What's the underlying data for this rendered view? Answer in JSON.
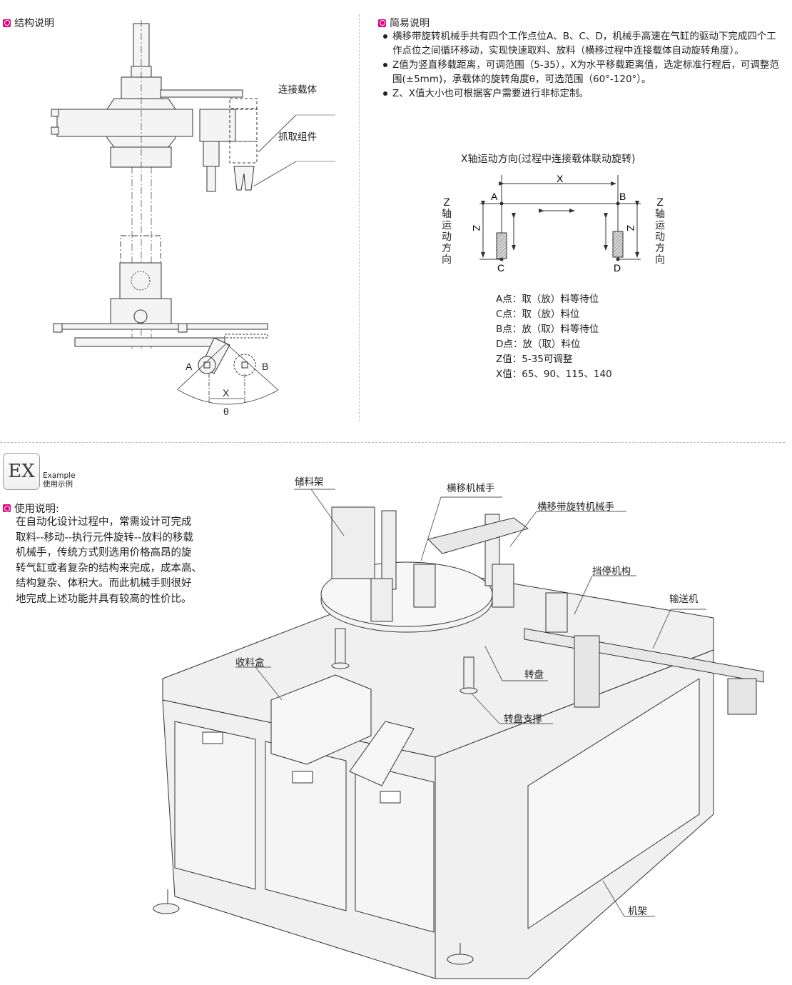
{
  "structure": {
    "heading": "结构说明",
    "callouts": {
      "carrier": "连接载体",
      "gripper": "抓取组件"
    },
    "angle_labels": {
      "a": "A",
      "b": "B",
      "x": "X",
      "theta": "θ"
    }
  },
  "summary": {
    "heading": "简易说明",
    "bullets": [
      "横移带旋转机械手共有四个工作点位A、B、C、D，机械手高速在气缸的驱动下完成四个工作点位之间循环移动，实现快速取料、放料（横移过程中连接载体自动旋转角度）。",
      "Z值为竖直移载距离，可调范围（5-35），X为水平移载距离值，选定标准行程后，可调整范围(±5mm)，承载体的旋转角度θ，可选范围（60°-120°）。",
      "Z、X值大小也可根据客户需要进行非标定制。"
    ]
  },
  "motion_diagram": {
    "title": "X轴运动方向(过程中连接载体联动旋转)",
    "x_label": "X",
    "z_label": "Z",
    "points": {
      "a": "A",
      "b": "B",
      "c": "C",
      "d": "D"
    },
    "z_axis_label_chars": [
      "Z",
      "轴",
      "运",
      "动",
      "方",
      "向"
    ],
    "legend": [
      "A点：取（放）料等待位",
      "C点：取（放）料位",
      "B点：放（取）料等待位",
      "D点：放（取）料位",
      "Z值：5-35可调整",
      "X值：65、90、115、140"
    ]
  },
  "example": {
    "logo_text": "EX",
    "logo_en": "Example",
    "logo_cn": "使用示例",
    "heading": "使用说明:",
    "lines": [
      "在自动化设计过程中，常需设计可完成",
      "取料--移动--执行元件旋转--放料的移载",
      "机械手，传统方式则选用价格高昂的旋",
      "转气缸或者复杂的结构来完成，成本高、",
      "结构复杂、体积大。而此机械手则很好",
      "地完成上述功能并具有较高的性价比。"
    ],
    "callouts": {
      "storage_rack": "储料架",
      "traverse_manipulator": "横移机械手",
      "rotary_traverse_manipulator": "横移带旋转机械手",
      "stopper": "挡停机构",
      "conveyor": "输送机",
      "collection_box": "收料盒",
      "turntable": "转盘",
      "turntable_support": "转盘支撑",
      "frame": "机架"
    }
  },
  "colors": {
    "accent": "#e4007f",
    "text": "#231f20",
    "divider": "#bdbdbd",
    "drawing_line": "#333333",
    "drawing_fill": "#efefef"
  }
}
